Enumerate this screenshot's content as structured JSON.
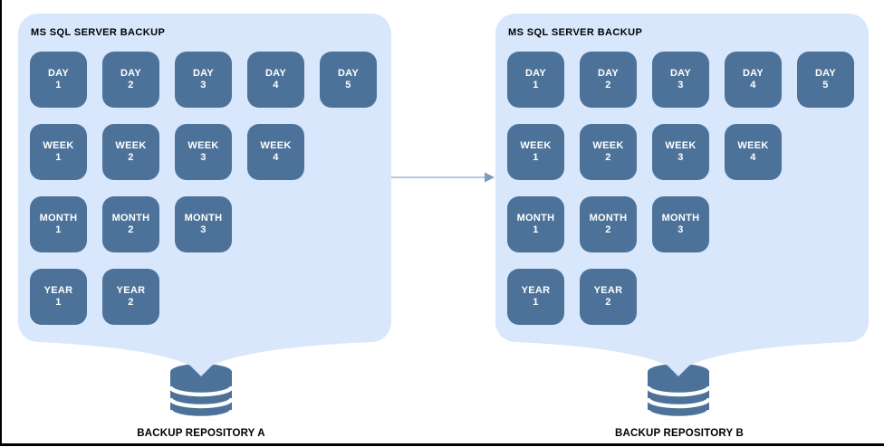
{
  "colors": {
    "panel_fill": "#d8e7fc",
    "tile_fill": "#4d7299",
    "db_fill": "#4d7299",
    "arrow_line": "#b7c8dc",
    "arrow_head": "#7e9abc",
    "text_color": "#000000",
    "border_color": "#000000",
    "background": "#ffffff"
  },
  "panels": [
    {
      "title": "MS SQL SERVER BACKUP",
      "repository_label": "BACKUP REPOSITORY A",
      "rows": [
        {
          "tiles": [
            {
              "unit": "DAY",
              "num": "1"
            },
            {
              "unit": "DAY",
              "num": "2"
            },
            {
              "unit": "DAY",
              "num": "3"
            },
            {
              "unit": "DAY",
              "num": "4"
            },
            {
              "unit": "DAY",
              "num": "5"
            }
          ]
        },
        {
          "tiles": [
            {
              "unit": "WEEK",
              "num": "1"
            },
            {
              "unit": "WEEK",
              "num": "2"
            },
            {
              "unit": "WEEK",
              "num": "3"
            },
            {
              "unit": "WEEK",
              "num": "4"
            }
          ]
        },
        {
          "tiles": [
            {
              "unit": "MONTH",
              "num": "1"
            },
            {
              "unit": "MONTH",
              "num": "2"
            },
            {
              "unit": "MONTH",
              "num": "3"
            }
          ]
        },
        {
          "tiles": [
            {
              "unit": "YEAR",
              "num": "1"
            },
            {
              "unit": "YEAR",
              "num": "2"
            }
          ]
        }
      ]
    },
    {
      "title": "MS SQL SERVER BACKUP",
      "repository_label": "BACKUP REPOSITORY B",
      "rows": [
        {
          "tiles": [
            {
              "unit": "DAY",
              "num": "1"
            },
            {
              "unit": "DAY",
              "num": "2"
            },
            {
              "unit": "DAY",
              "num": "3"
            },
            {
              "unit": "DAY",
              "num": "4"
            },
            {
              "unit": "DAY",
              "num": "5"
            }
          ]
        },
        {
          "tiles": [
            {
              "unit": "WEEK",
              "num": "1"
            },
            {
              "unit": "WEEK",
              "num": "2"
            },
            {
              "unit": "WEEK",
              "num": "3"
            },
            {
              "unit": "WEEK",
              "num": "4"
            }
          ]
        },
        {
          "tiles": [
            {
              "unit": "MONTH",
              "num": "1"
            },
            {
              "unit": "MONTH",
              "num": "2"
            },
            {
              "unit": "MONTH",
              "num": "3"
            }
          ]
        },
        {
          "tiles": [
            {
              "unit": "YEAR",
              "num": "1"
            },
            {
              "unit": "YEAR",
              "num": "2"
            }
          ]
        }
      ]
    }
  ]
}
